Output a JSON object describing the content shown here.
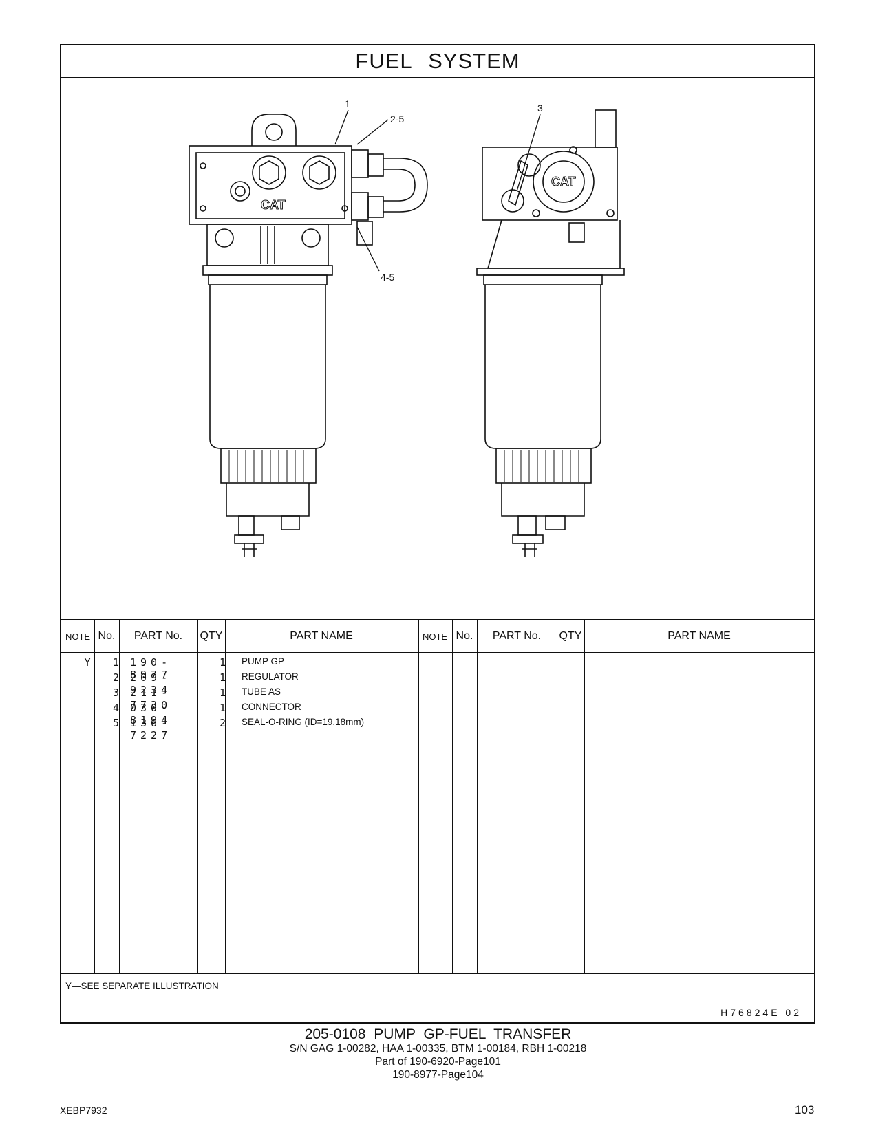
{
  "header": {
    "title": "FUEL   SYSTEM"
  },
  "illustration": {
    "callouts": [
      "1",
      "2-5",
      "3",
      "4-5"
    ],
    "logo_text": "CAT"
  },
  "table": {
    "headers": {
      "note": "NOTE",
      "no": "No.",
      "part_no": "PART No.",
      "qty": "QTY",
      "part_name": "PART NAME"
    },
    "rows": [
      {
        "note": "Y",
        "no": "1",
        "part_no": "190-8977",
        "qty": "1",
        "part_name": "PUMP  GP"
      },
      {
        "note": "",
        "no": "2",
        "part_no": "209-9234",
        "qty": "1",
        "part_name": "REGULATOR"
      },
      {
        "note": "",
        "no": "3",
        "part_no": "211-7730",
        "qty": "1",
        "part_name": "TUBE  AS"
      },
      {
        "note": "",
        "no": "4",
        "part_no": "030-8194",
        "qty": "1",
        "part_name": "CONNECTOR"
      },
      {
        "note": "",
        "no": "5",
        "part_no": "136-7227",
        "qty": "2",
        "part_name": "SEAL-O-RING (ID=19.18mm)"
      }
    ]
  },
  "footnote": "Y—SEE  SEPARATE  ILLUSTRATION",
  "illustration_code": "H76824E   02",
  "caption": {
    "line1": "205-0108   PUMP  GP-FUEL  TRANSFER",
    "line2": "S/N GAG 1-00282, HAA 1-00335, BTM 1-00184, RBH 1-00218",
    "line3": "Part of 190-6920-Page101",
    "line4": "190-8977-Page104"
  },
  "footer": {
    "doc_id": "XEBP7932",
    "page_number": "103"
  }
}
